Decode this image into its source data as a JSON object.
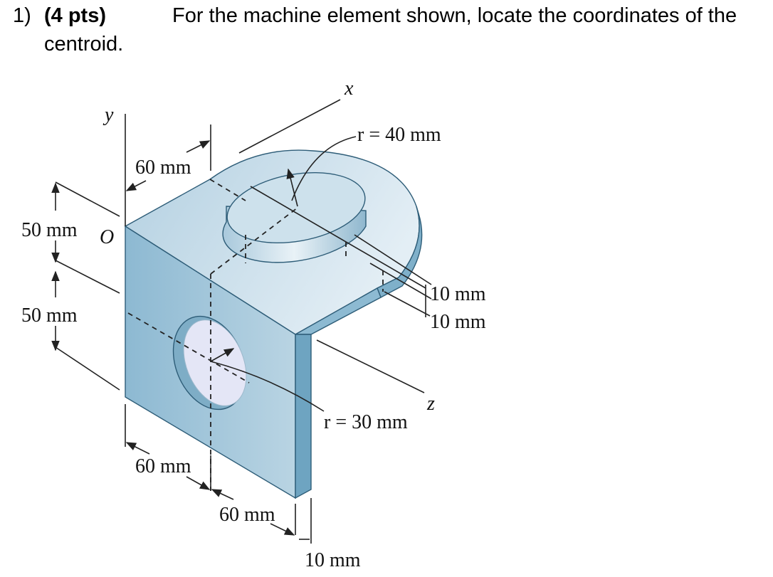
{
  "question": {
    "number": "1)",
    "points": "(4 pts)",
    "text_line1": "For the machine element shown, locate the coordinates of the",
    "text_line2": "centroid."
  },
  "figure": {
    "axis_x": "x",
    "axis_y": "y",
    "axis_z": "z",
    "origin": "O",
    "radius_top": "r = 40 mm",
    "radius_hole": "r = 30 mm",
    "dim_top_60": "60 mm",
    "dim_50_upper": "50 mm",
    "dim_50_lower": "50 mm",
    "dim_bottom_60_left": "60 mm",
    "dim_bottom_60_right": "60 mm",
    "dim_10_thickness_top": "10 mm",
    "dim_10_thickness_bottom": "10 mm",
    "dim_10_plate": "10 mm",
    "colors": {
      "face_front": "#8fbbd3",
      "face_side": "#6fa6c2",
      "face_top": "#c7dde9",
      "hole": "#e4e6f6",
      "outline": "#2e5d78"
    }
  }
}
